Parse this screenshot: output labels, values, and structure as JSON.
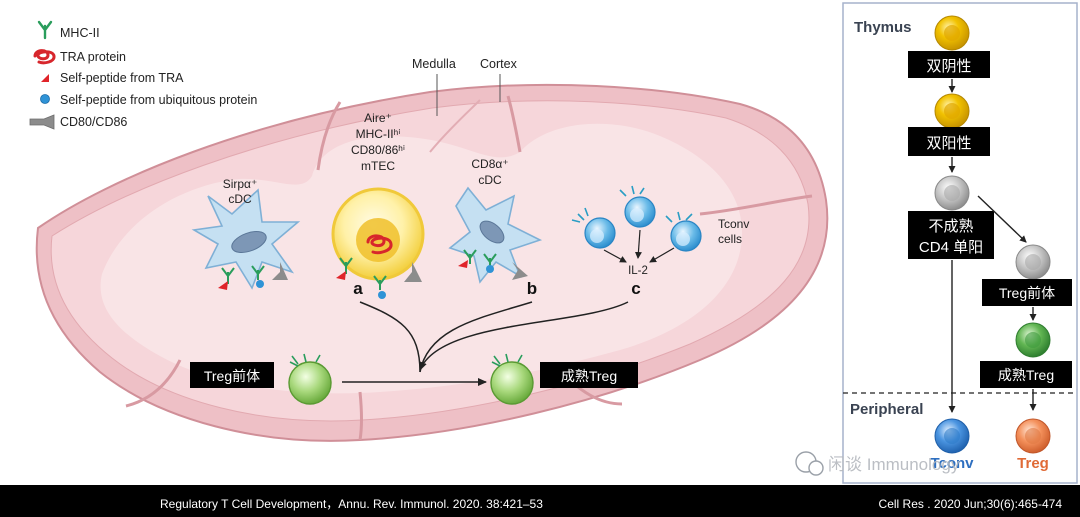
{
  "legend": {
    "items": [
      {
        "icon": "mhc-ii-icon",
        "label": "MHC-II"
      },
      {
        "icon": "tra-protein-icon",
        "label": "TRA protein"
      },
      {
        "icon": "self-peptide-tra-icon",
        "label": "Self-peptide from TRA"
      },
      {
        "icon": "self-peptide-ubiquitous-icon",
        "label": "Self-peptide from ubiquitous protein"
      },
      {
        "icon": "cd80-cd86-icon",
        "label": "CD80/CD86"
      }
    ]
  },
  "regions": {
    "medulla": "Medulla",
    "cortex": "Cortex"
  },
  "cells": {
    "sirpa_cdc": [
      "Sirpα⁺",
      "cDC"
    ],
    "mtec": [
      "Aire⁺",
      "MHC-IIʰⁱ",
      "CD80/86ʰⁱ",
      "mTEC"
    ],
    "cd8a_cdc": [
      "CD8α⁺",
      "cDC"
    ],
    "tconv": [
      "Tconv",
      "cells"
    ],
    "il2": "IL-2"
  },
  "pathway_letters": {
    "a": "a",
    "b": "b",
    "c": "c"
  },
  "treg_labels": {
    "precursor": "Treg前体",
    "mature": "成熟Treg"
  },
  "right_panel": {
    "thymus": "Thymus",
    "double_negative": "双阴性",
    "double_positive": "双阳性",
    "immature_cd4": [
      "不成熟",
      "CD4 单阳"
    ],
    "treg_precursor": "Treg前体",
    "mature_treg": "成熟Treg",
    "peripheral": "Peripheral",
    "tconv": "Tconv",
    "treg": "Treg"
  },
  "watermark": "闲谈 Immunology",
  "citations": {
    "left": "Regulatory T Cell Development，Annu. Rev. Immunol. 2020. 38:421–53",
    "right": "Cell Res . 2020 Jun;30(6):465-474"
  },
  "colors": {
    "thymus_fill": "#f2ccd0",
    "thymus_stroke": "#d79aa2",
    "cdc_fill": "#bfdcf0",
    "mtec_fill": "#ffe27a",
    "tconv_fill": "#5fb4e6",
    "treg_fill": "#9bd36a",
    "label_box": "#000000",
    "yellow_cell": "#e8b400",
    "gray_cell": "#b5b5b5",
    "green_cell": "#4ea844",
    "blue_cell": "#3a86d6",
    "orange_cell": "#f08a5a"
  }
}
